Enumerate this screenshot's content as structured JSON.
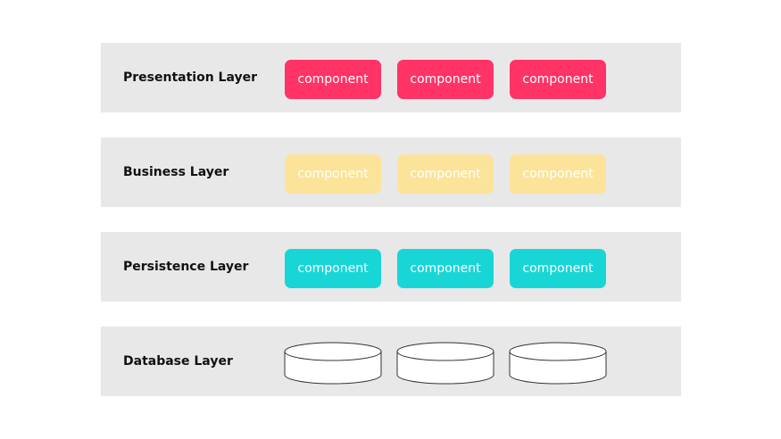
{
  "layers": [
    {
      "label": "Presentation Layer",
      "color": "#ff3366",
      "components": [
        "component",
        "component",
        "component"
      ]
    },
    {
      "label": "Business Layer",
      "color": "#fbe49a",
      "components": [
        "component",
        "component",
        "component"
      ]
    },
    {
      "label": "Persistence Layer",
      "color": "#19d6d6",
      "components": [
        "component",
        "component",
        "component"
      ]
    },
    {
      "label": "Database Layer",
      "databases": [
        "database-cylinder",
        "database-cylinder",
        "database-cylinder"
      ]
    }
  ]
}
